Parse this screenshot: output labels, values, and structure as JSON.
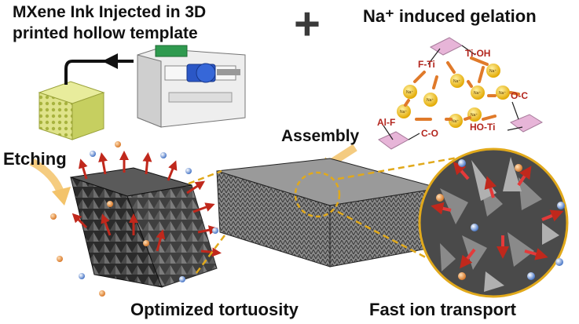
{
  "headings": {
    "left_line1": "MXene Ink Injected in 3D",
    "left_line2": "printed hollow template",
    "plus": "+",
    "right": "Na⁺ induced gelation",
    "etching": "Etching",
    "assembly": "Assembly",
    "optimized": "Optimized tortuosity",
    "fast_ion": "Fast ion transport"
  },
  "gelation_labels": {
    "f_ti": "F-Ti",
    "ti_oh": "Ti-OH",
    "al_f": "Al-F",
    "c_o": "C-O",
    "ho_ti": "HO-Ti",
    "o_c": "O-C",
    "na": "Na⁺"
  },
  "colors": {
    "arrow_red": "#c0281c",
    "etch_arrow": "#f3c36a",
    "na_ball": "#f5c518",
    "bond_arrow": "#e07a2a",
    "lattice_green": "#c9d36a",
    "dashed_gold": "#e1a91b",
    "pink_sheet": "#e7b5d8"
  },
  "icons": [
    "syringe-pump-icon",
    "lattice-cube-icon",
    "plus-icon"
  ]
}
